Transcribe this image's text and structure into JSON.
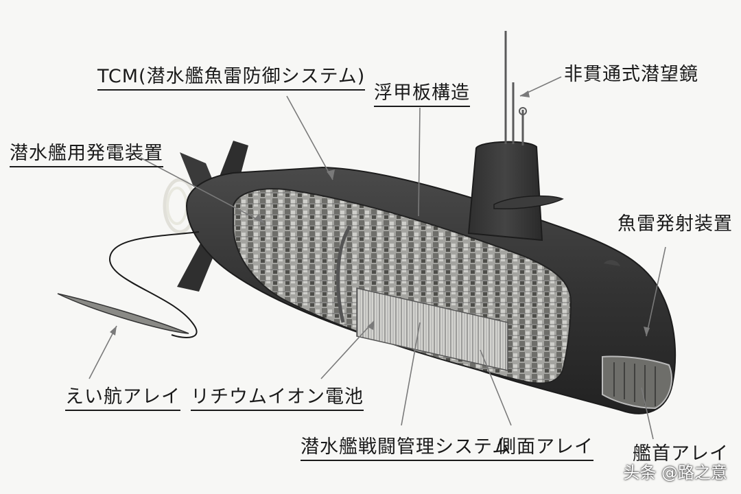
{
  "labels": {
    "tcm": "TCM(潜水艦魚雷防御システム)",
    "deck": "浮甲板構造",
    "periscope": "非貫通式潜望鏡",
    "generator": "潜水艦用発電装置",
    "torpedo_tube": "魚雷発射装置",
    "towed_array": "えい航アレイ",
    "battery": "リチウムイオン電池",
    "cms": "潜水艦戦闘管理システム",
    "flank_array": "側面アレイ",
    "bow_array": "艦首アレイ"
  },
  "watermark": "头条 @路之意",
  "colors": {
    "hull": "#3b3b3b",
    "hull_dark": "#262626",
    "interior": "#9a9a96",
    "text": "#1a1a1a",
    "leader": "#7a7a7a",
    "background": "#f7f7f5"
  }
}
